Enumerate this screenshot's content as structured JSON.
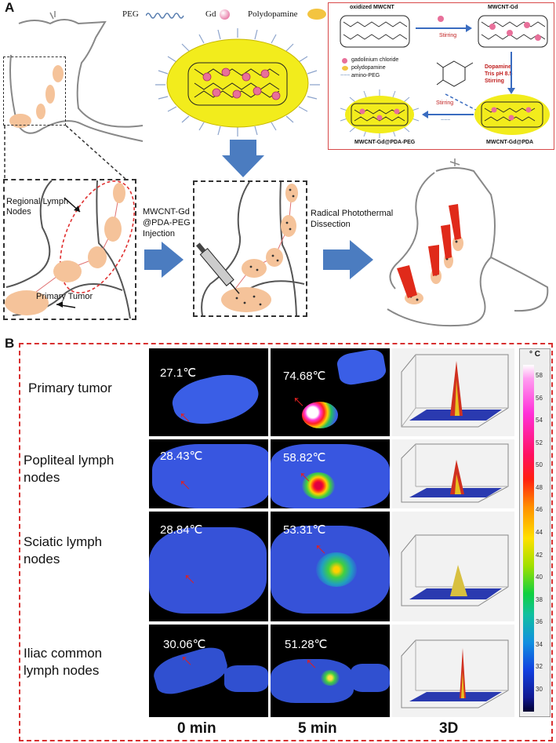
{
  "panel_a": {
    "letter": "A",
    "legend": {
      "peg": "PEG",
      "gd": "Gd",
      "pda": "Polydopamine"
    },
    "scheme": {
      "oxidized": "oxidized MWCNT",
      "mwcnt_gd": "MWCNT-Gd",
      "stirring_1": "Stirring",
      "reagent_1": "gadolinium chloride",
      "reagent_2": "polydopamine",
      "reagent_3": "amino-PEG",
      "dopamine_1": "Dopamine",
      "dopamine_2": "Tris pH 8.5",
      "dopamine_3": "Stirring",
      "stirring_2": "Stirring",
      "final_product": "MWCNT-Gd@PDA-PEG",
      "pda_product": "MWCNT-Gd@PDA"
    },
    "labels": {
      "regional_1": "Regional Lymph",
      "regional_2": "Nodes",
      "primary": "Primary Tumor",
      "injection_1": "MWCNT-Gd",
      "injection_2": "@PDA-PEG",
      "injection_3": "Injection",
      "dissection_1": "Radical Photothermal",
      "dissection_2": "Dissection"
    }
  },
  "panel_b": {
    "letter": "B",
    "rows": [
      {
        "label_1": "Primary tumor",
        "label_2": "",
        "t0": "27.1℃",
        "t5": "74.68℃"
      },
      {
        "label_1": "Popliteal lymph",
        "label_2": "nodes",
        "t0": "28.43℃",
        "t5": "58.82℃"
      },
      {
        "label_1": "Sciatic lymph",
        "label_2": "nodes",
        "t0": "28.84℃",
        "t5": "53.31℃"
      },
      {
        "label_1": "Iliac common",
        "label_2": "lymph nodes",
        "t0": "30.06℃",
        "t5": "51.28℃"
      }
    ],
    "columns": {
      "c0": "0 min",
      "c5": "5 min",
      "c3d": "3D"
    },
    "colorbar": {
      "unit": "° C",
      "ticks": [
        "58",
        "56",
        "54",
        "52",
        "50",
        "48",
        "46",
        "44",
        "42",
        "40",
        "38",
        "36",
        "34",
        "32",
        "30"
      ]
    }
  }
}
